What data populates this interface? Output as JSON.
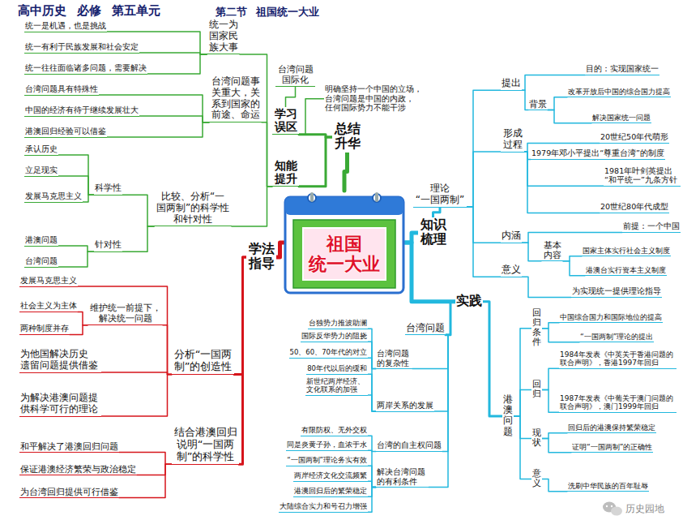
{
  "diagram": {
    "title": "高中历史 必修 第五单元",
    "nodes": [
      {
        "text": [
          "祖国 统一大业"
        ]
      },
      {
        "text": [
          "总结 升华"
        ]
      },
      {
        "text": [
          "知识 梳理"
        ]
      },
      {
        "text": [
          "实践"
        ]
      },
      {
        "text": [
          "学法 指导"
        ]
      },
      {
        "text": [
          "学习 误区"
        ]
      },
      {
        "text": [
          "知能 提升"
        ]
      },
      {
        "text": [
          "台湾问题 国际化"
        ]
      },
      {
        "text": [
          "明确坚持一个中国的立场， 台湾问题是中国的内政， 任何国际势力不能干涉"
        ]
      },
      {
        "text": [
          "统一为 国家民 族大事"
        ]
      },
      {
        "text": [
          "统一是机遇，也是挑战"
        ]
      },
      {
        "text": [
          "统一有利于民族发展和社会安定"
        ]
      },
      {
        "text": [
          "统一往往面临诸多问题，需要解决"
        ]
      },
      {
        "text": [
          "台湾问题事 关重大，关 系到国家的 前途、命运"
        ]
      },
      {
        "text": [
          "台湾问题具有特殊性"
        ]
      },
      {
        "text": [
          "中国的经济有待于继续发展壮大"
        ]
      },
      {
        "text": [
          "港澳回归经验可以借鉴"
        ]
      },
      {
        "text": [
          "比较、分析“一 国两制”的科学性 和针对性"
        ]
      },
      {
        "text": [
          "科学性"
        ]
      },
      {
        "text": [
          "针对性"
        ]
      },
      {
        "text": [
          "承认历史"
        ]
      },
      {
        "text": [
          "立足现实"
        ]
      },
      {
        "text": [
          "发展马克思主义"
        ]
      },
      {
        "text": [
          "港澳问题"
        ]
      },
      {
        "text": [
          "台湾问题"
        ]
      },
      {
        "text": [
          "分析“一国两 制”的创造性"
        ]
      },
      {
        "text": [
          "发展马克思主义"
        ]
      },
      {
        "text": [
          "维护统一前提下， 解决统一问题"
        ]
      },
      {
        "text": [
          "社会主义为主体"
        ]
      },
      {
        "text": [
          "两种制度并存"
        ]
      },
      {
        "text": [
          "为他国解决历史 遗留问题提供借鉴"
        ]
      },
      {
        "text": [
          "为解决港澳问题提 供科学可行的理论"
        ]
      },
      {
        "text": [
          "结合港澳回归 说明“一国两 制”的科学性"
        ]
      },
      {
        "text": [
          "和平解决了港澳回归问题"
        ]
      },
      {
        "text": [
          "保证港澳经济繁荣与政治稳定"
        ]
      },
      {
        "text": [
          "为台湾回归提供可行借鉴"
        ]
      },
      {
        "text": [
          "理论 “一国两制”"
        ]
      },
      {
        "text": [
          "提出"
        ]
      },
      {
        "text": [
          "形成 过程"
        ]
      },
      {
        "text": [
          "内涵"
        ]
      },
      {
        "text": [
          "意义"
        ]
      },
      {
        "text": [
          "目的：实现国家统一"
        ]
      },
      {
        "text": [
          "背景"
        ]
      },
      {
        "text": [
          "改革开放后中国的综合国力提高"
        ]
      },
      {
        "text": [
          "解决国家统一问题"
        ]
      },
      {
        "text": [
          "20世纪50年代萌形"
        ]
      },
      {
        "text": [
          "1979年邓小平提出“尊重台湾”的制度"
        ]
      },
      {
        "text": [
          "1981年叶剑英提出 “和平统一”九条方针"
        ]
      },
      {
        "text": [
          "20世纪80年代成型"
        ]
      },
      {
        "text": [
          "前提：一个中国"
        ]
      },
      {
        "text": [
          "基本 内容"
        ]
      },
      {
        "text": [
          "国家主体实行社会主义制度"
        ]
      },
      {
        "text": [
          "港澳台实行资本主义制度"
        ]
      },
      {
        "text": [
          "为实现统一提供理论指导"
        ]
      },
      {
        "text": [
          "台湾问题"
        ]
      },
      {
        "text": [
          "台湾问题 的复杂性"
        ]
      },
      {
        "text": [
          "两岸关系的发展"
        ]
      },
      {
        "text": [
          "台湾的自主权问题"
        ]
      },
      {
        "text": [
          "解决台湾问题 的有利条件"
        ]
      },
      {
        "text": [
          "台独势力推波助澜"
        ]
      },
      {
        "text": [
          "国际反华势力的阻挠"
        ]
      },
      {
        "text": [
          "50、60、70年代的对立"
        ]
      },
      {
        "text": [
          "80年代以后的缓和"
        ]
      },
      {
        "text": [
          "新世纪两岸经济、 文化联系的加强"
        ]
      },
      {
        "text": [
          "有限防权、无外交权"
        ]
      },
      {
        "text": [
          "同是炎黄子孙，血浓于水"
        ]
      },
      {
        "text": [
          "“一国两制”理论务实有效"
        ]
      },
      {
        "text": [
          "两岸经济文化交流频繁"
        ]
      },
      {
        "text": [
          "港澳回归后的繁荣稳定"
        ]
      },
      {
        "text": [
          "大陆综合实力和号召力增强"
        ]
      },
      {
        "text": [
          "港澳问题"
        ]
      },
      {
        "text": [
          "回归条件"
        ]
      },
      {
        "text": [
          "回归"
        ]
      },
      {
        "text": [
          "现状"
        ]
      },
      {
        "text": [
          "意义"
        ]
      },
      {
        "text": [
          "中国综合国力和国际地位的提高"
        ]
      },
      {
        "text": [
          "“一国两制”理论的提出"
        ]
      },
      {
        "text": [
          "1984年发表《中英关于香港问题的 联合声明》，香港1997年回归"
        ]
      },
      {
        "text": [
          "1987年发表《中葡关于澳门问题的 联合声明》，澳门1999年回归"
        ]
      },
      {
        "text": [
          "回归后的港澳保持繁荣稳定"
        ]
      },
      {
        "text": [
          "证明“一国两制”的正确性"
        ]
      },
      {
        "text": [
          "洗刷中华民族的百年耻辱"
        ]
      }
    ],
    "edges": [
      {
        "from": 0,
        "to": 1,
        "arrow": "none"
      },
      {
        "from": 0,
        "to": 2,
        "arrow": "none"
      },
      {
        "from": 0,
        "to": 3,
        "arrow": "none"
      },
      {
        "from": 0,
        "to": 4,
        "arrow": "none"
      },
      {
        "from": 1,
        "to": 5,
        "arrow": "none"
      },
      {
        "from": 1,
        "to": 6,
        "arrow": "none"
      },
      {
        "from": 5,
        "to": 7,
        "arrow": "none"
      },
      {
        "from": 5,
        "to": 8,
        "arrow": "none"
      },
      {
        "from": 6,
        "to": 9,
        "arrow": "none"
      },
      {
        "from": 6,
        "to": 13,
        "arrow": "none"
      },
      {
        "from": 6,
        "to": 17,
        "arrow": "none"
      },
      {
        "from": 9,
        "to": 10,
        "arrow": "none"
      },
      {
        "from": 9,
        "to": 11,
        "arrow": "none"
      },
      {
        "from": 9,
        "to": 12,
        "arrow": "none"
      },
      {
        "from": 13,
        "to": 14,
        "arrow": "none"
      },
      {
        "from": 13,
        "to": 15,
        "arrow": "none"
      },
      {
        "from": 13,
        "to": 16,
        "arrow": "none"
      },
      {
        "from": 17,
        "to": 18,
        "arrow": "none"
      },
      {
        "from": 17,
        "to": 19,
        "arrow": "none"
      },
      {
        "from": 18,
        "to": 20,
        "arrow": "none"
      },
      {
        "from": 18,
        "to": 21,
        "arrow": "none"
      },
      {
        "from": 18,
        "to": 22,
        "arrow": "none"
      },
      {
        "from": 19,
        "to": 23,
        "arrow": "none"
      },
      {
        "from": 19,
        "to": 24,
        "arrow": "none"
      },
      {
        "from": 4,
        "to": 25,
        "arrow": "none"
      },
      {
        "from": 4,
        "to": 32,
        "arrow": "none"
      },
      {
        "from": 25,
        "to": 26,
        "arrow": "none"
      },
      {
        "from": 25,
        "to": 27,
        "arrow": "none"
      },
      {
        "from": 25,
        "to": 30,
        "arrow": "none"
      },
      {
        "from": 25,
        "to": 31,
        "arrow": "none"
      },
      {
        "from": 27,
        "to": 28,
        "arrow": "none"
      },
      {
        "from": 27,
        "to": 29,
        "arrow": "none"
      },
      {
        "from": 32,
        "to": 33,
        "arrow": "none"
      },
      {
        "from": 32,
        "to": 34,
        "arrow": "none"
      },
      {
        "from": 32,
        "to": 35,
        "arrow": "none"
      },
      {
        "from": 2,
        "to": 36,
        "arrow": "none"
      },
      {
        "from": 36,
        "to": 37,
        "arrow": "none"
      },
      {
        "from": 36,
        "to": 38,
        "arrow": "none"
      },
      {
        "from": 36,
        "to": 39,
        "arrow": "none"
      },
      {
        "from": 36,
        "to": 40,
        "arrow": "none"
      },
      {
        "from": 37,
        "to": 41,
        "arrow": "none"
      },
      {
        "from": 37,
        "to": 42,
        "arrow": "none"
      },
      {
        "from": 42,
        "to": 43,
        "arrow": "none"
      },
      {
        "from": 42,
        "to": 44,
        "arrow": "none"
      },
      {
        "from": 38,
        "to": 45,
        "arrow": "none"
      },
      {
        "from": 38,
        "to": 46,
        "arrow": "none"
      },
      {
        "from": 38,
        "to": 47,
        "arrow": "none"
      },
      {
        "from": 38,
        "to": 48,
        "arrow": "none"
      },
      {
        "from": 39,
        "to": 49,
        "arrow": "none"
      },
      {
        "from": 39,
        "to": 50,
        "arrow": "none"
      },
      {
        "from": 50,
        "to": 51,
        "arrow": "none"
      },
      {
        "from": 50,
        "to": 52,
        "arrow": "none"
      },
      {
        "from": 40,
        "to": 53,
        "arrow": "none"
      },
      {
        "from": 3,
        "to": 54,
        "arrow": "none"
      },
      {
        "from": 3,
        "to": 70,
        "arrow": "none"
      },
      {
        "from": 54,
        "to": 55,
        "arrow": "none"
      },
      {
        "from": 54,
        "to": 56,
        "arrow": "none"
      },
      {
        "from": 54,
        "to": 57,
        "arrow": "none"
      },
      {
        "from": 54,
        "to": 58,
        "arrow": "none"
      },
      {
        "from": 55,
        "to": 59,
        "arrow": "none"
      },
      {
        "from": 55,
        "to": 60,
        "arrow": "none"
      },
      {
        "from": 56,
        "to": 61,
        "arrow": "none"
      },
      {
        "from": 56,
        "to": 62,
        "arrow": "none"
      },
      {
        "from": 56,
        "to": 63,
        "arrow": "none"
      },
      {
        "from": 57,
        "to": 64,
        "arrow": "none"
      },
      {
        "from": 58,
        "to": 65,
        "arrow": "none"
      },
      {
        "from": 58,
        "to": 66,
        "arrow": "none"
      },
      {
        "from": 58,
        "to": 67,
        "arrow": "none"
      },
      {
        "from": 58,
        "to": 68,
        "arrow": "none"
      },
      {
        "from": 58,
        "to": 69,
        "arrow": "none"
      },
      {
        "from": 70,
        "to": 71,
        "arrow": "none"
      },
      {
        "from": 70,
        "to": 72,
        "arrow": "none"
      },
      {
        "from": 70,
        "to": 73,
        "arrow": "none"
      },
      {
        "from": 70,
        "to": 74,
        "arrow": "none"
      },
      {
        "from": 71,
        "to": 75,
        "arrow": "none"
      },
      {
        "from": 71,
        "to": 76,
        "arrow": "none"
      },
      {
        "from": 72,
        "to": 77,
        "arrow": "none"
      },
      {
        "from": 72,
        "to": 78,
        "arrow": "none"
      },
      {
        "from": 73,
        "to": 79,
        "arrow": "none"
      },
      {
        "from": 73,
        "to": 80,
        "arrow": "none"
      },
      {
        "from": 74,
        "to": 81,
        "arrow": "none"
      }
    ],
    "labels": [
      "第二节 祖国统一大业",
      "历史园地"
    ]
  }
}
